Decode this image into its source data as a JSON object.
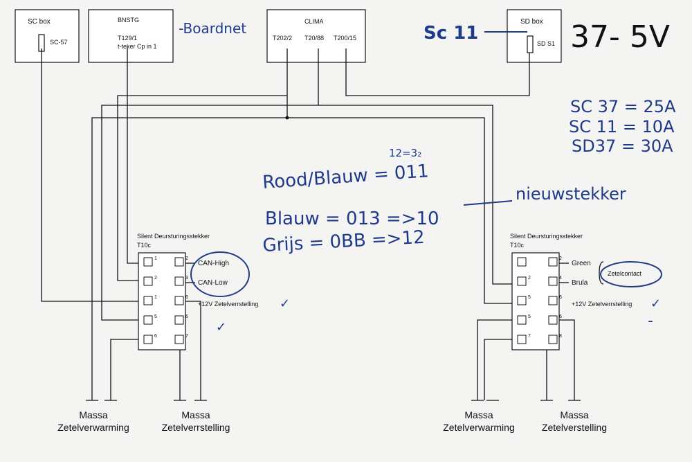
{
  "top_boxes": {
    "sc_box": {
      "title": "SC box",
      "label": "SC-57"
    },
    "bnstg": {
      "title": "BNSTG",
      "line1": "T129/1",
      "line2": "t-teker Cp in 1"
    },
    "clima": {
      "title": "CLIMA",
      "t1": "T202/2",
      "t2": "T20/88",
      "t3": "T200/15"
    },
    "sd_box": {
      "title": "SD box",
      "label": "SD S1"
    }
  },
  "connectors": {
    "left": {
      "title": "Silent Deursturingsstekker",
      "code": "T10c",
      "pins": [
        [
          "1",
          "2"
        ],
        [
          "2",
          "3"
        ],
        [
          "1",
          "6"
        ],
        [
          "5",
          "6"
        ],
        [
          "6",
          "7"
        ]
      ],
      "labels": [
        "CAN-High",
        "CAN-Low",
        "+12V Zetelverrstelling"
      ]
    },
    "right": {
      "title": "Silent Deursturingsstekker",
      "code": "T10c",
      "pins": [
        [
          "",
          "2"
        ],
        [
          "2",
          "4"
        ],
        [
          "5",
          "6"
        ],
        [
          "5",
          "6"
        ],
        [
          "7",
          "8"
        ]
      ],
      "labels": [
        "Green",
        "Brula",
        "+12V Zetelverrstelling"
      ],
      "group_label": "Zetelcontact"
    }
  },
  "grounds": {
    "left_1": {
      "line1": "Massa",
      "line2": "Zetelverwarming"
    },
    "left_2": {
      "line1": "Massa",
      "line2": "Zetelverrstelling"
    },
    "right_1": {
      "line1": "Massa",
      "line2": "Zetelverwarming"
    },
    "right_2": {
      "line1": "Massa",
      "line2": "Zetelverstelling"
    }
  },
  "handwritten": {
    "boardnet": "-Boardnet",
    "sc11": "Sc 11",
    "voltage": "37- 5V",
    "fuse1": "SC 37 = 25A",
    "fuse2": "SC 11  = 10A",
    "fuse3": "SD37 = 30A",
    "small": "12=3₂",
    "rood": "Rood/Blauw = 011",
    "blauw": "Blauw = 013 =>10",
    "nieuw": "nieuwstekker",
    "grijs": "Grijs = 0BB =>12",
    "check_mark": "✓",
    "dash_mark": "-"
  }
}
